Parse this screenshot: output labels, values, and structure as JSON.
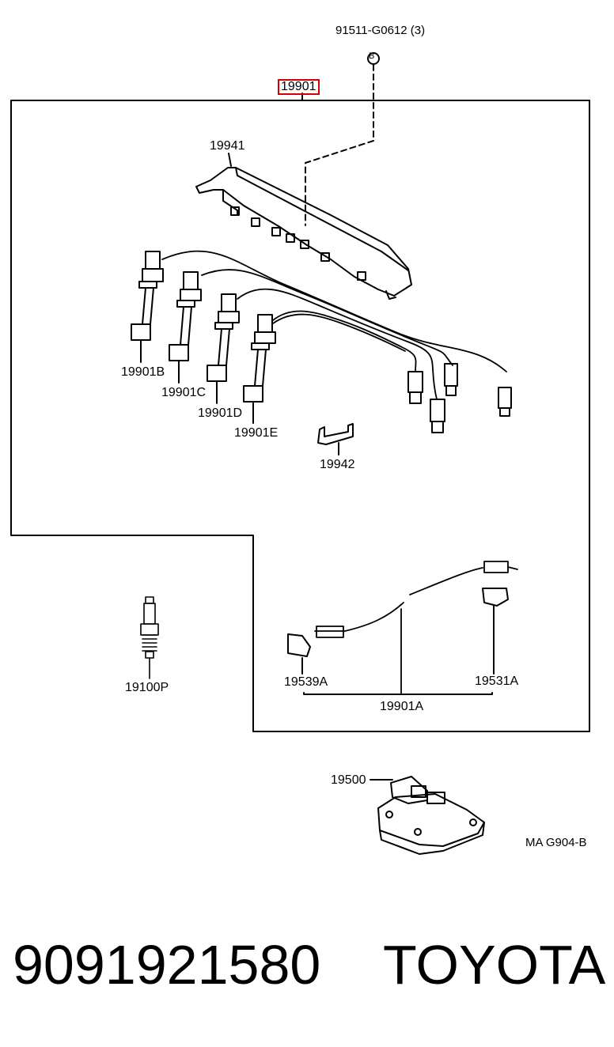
{
  "diagram": {
    "top_bolt_label": "91511-G0612 (3)",
    "bolt_marker": "B",
    "assembly_label": "19901",
    "labels": {
      "holder": "19941",
      "cord_b": "19901B",
      "cord_c": "19901C",
      "cord_d": "19901D",
      "cord_e": "19901E",
      "clamp": "19942",
      "spark_plug": "19100P",
      "boot_left": "19539A",
      "cord_a": "19901A",
      "boot_right": "19531A",
      "coil": "19500"
    },
    "drawing_code": "MA G904-B"
  },
  "footer": {
    "part_number": "9091921580",
    "brand": "TOYOTA"
  },
  "colors": {
    "highlight": "#d40000",
    "line": "#000000"
  }
}
